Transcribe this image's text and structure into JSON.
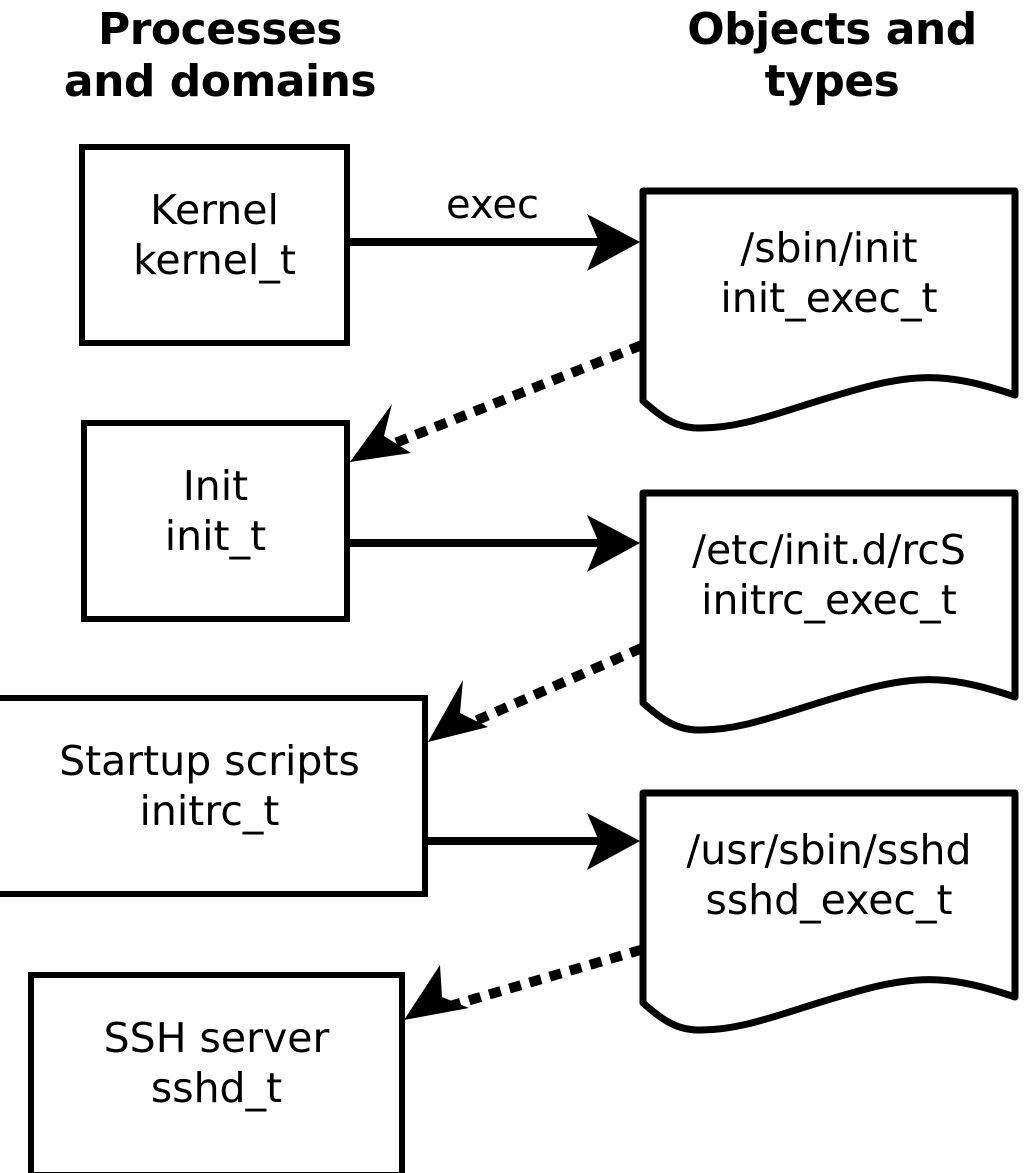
{
  "diagram": {
    "title_left": "Processes\nand domains",
    "title_right": "Objects and\ntypes",
    "accent_color": "#000000",
    "background_color": "#ffffff",
    "columns": [
      {
        "key": "left",
        "header": "Processes\nand domains"
      },
      {
        "key": "right",
        "header": "Objects and\ntypes"
      }
    ],
    "process_nodes": [
      {
        "id": "kernel",
        "name": "Kernel",
        "type": "kernel_t",
        "label": "Kernel\nkernel_t"
      },
      {
        "id": "init",
        "name": "Init",
        "type": "init_t",
        "label": "Init\ninit_t"
      },
      {
        "id": "initrc",
        "name": "Startup scripts",
        "type": "initrc_t",
        "label": "Startup scripts\ninitrc_t"
      },
      {
        "id": "sshd",
        "name": "SSH server",
        "type": "sshd_t",
        "label": "SSH server\nsshd_t"
      }
    ],
    "object_nodes": [
      {
        "id": "init_exec",
        "path": "/sbin/init",
        "type": "init_exec_t",
        "label": "/sbin/init\ninit_exec_t"
      },
      {
        "id": "initrc_exec",
        "path": "/etc/init.d/rcS",
        "type": "initrc_exec_t",
        "label": "/etc/init.d/rcS\ninitrc_exec_t"
      },
      {
        "id": "sshd_exec",
        "path": "/usr/sbin/sshd",
        "type": "sshd_exec_t",
        "label": "/usr/sbin/sshd\nsshd_exec_t"
      }
    ],
    "edges": [
      {
        "id": "e1",
        "from": "kernel",
        "to": "init_exec",
        "label": "exec",
        "style": "solid"
      },
      {
        "id": "e2",
        "from": "init_exec",
        "to": "init",
        "label": "",
        "style": "dotted"
      },
      {
        "id": "e3",
        "from": "init",
        "to": "initrc_exec",
        "label": "",
        "style": "solid"
      },
      {
        "id": "e4",
        "from": "initrc_exec",
        "to": "initrc",
        "label": "",
        "style": "dotted"
      },
      {
        "id": "e5",
        "from": "initrc",
        "to": "sshd_exec",
        "label": "",
        "style": "solid"
      },
      {
        "id": "e6",
        "from": "sshd_exec",
        "to": "sshd",
        "label": "",
        "style": "dotted"
      }
    ],
    "edge_labels": {
      "exec": "exec"
    }
  }
}
